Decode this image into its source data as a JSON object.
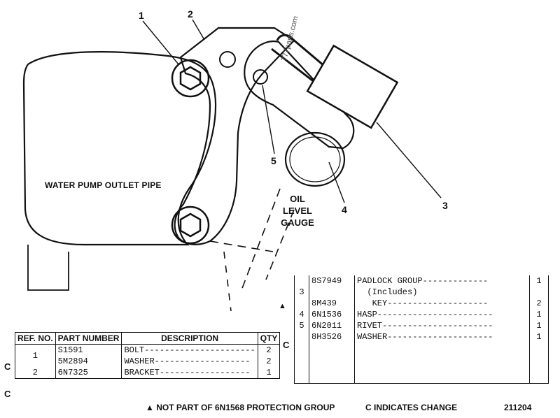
{
  "callouts": [
    "1",
    "2",
    "3",
    "4",
    "5"
  ],
  "pipe_label": "WATER PUMP OUTLET PIPE",
  "gauge_label": [
    "OIL",
    "LEVEL",
    "GAUGE"
  ],
  "watermark": "777parts.com",
  "left_table": {
    "headers": [
      "REF. NO.",
      "PART NUMBER",
      "DESCRIPTION",
      "QTY"
    ],
    "rows": [
      {
        "marker": "C",
        "ref": "1",
        "part": "S1591",
        "desc": "BOLT----------------------",
        "qty": "2"
      },
      {
        "marker": "",
        "ref": "",
        "part": "5M2894",
        "desc": "WASHER-------------------",
        "qty": "2"
      },
      {
        "marker": "C",
        "ref": "2",
        "part": "6N7325",
        "desc": "BRACKET------------------",
        "qty": "1"
      }
    ]
  },
  "right_table": {
    "rows": [
      {
        "marker": "",
        "ref": "",
        "part": "8S7949",
        "desc": "PADLOCK GROUP-------------",
        "qty": "1"
      },
      {
        "marker": "",
        "ref": "3",
        "part": "",
        "desc": "  (Includes)",
        "qty": ""
      },
      {
        "marker": "▲",
        "ref": "",
        "part": "8M439",
        "desc": "   KEY--------------------",
        "qty": "2"
      },
      {
        "marker": "",
        "ref": "4",
        "part": "6N1536",
        "desc": "HASP-----------------------",
        "qty": "1"
      },
      {
        "marker": "C",
        "ref": "5",
        "part": "6N2011",
        "desc": "RIVET----------------------",
        "qty": "1"
      },
      {
        "marker": "",
        "ref": "",
        "part": "8H3526",
        "desc": "WASHER---------------------",
        "qty": "1"
      }
    ]
  },
  "footer": {
    "note": "▲ NOT PART OF 6N1568 PROTECTION GROUP",
    "change": "C INDICATES CHANGE",
    "code": "211204"
  }
}
